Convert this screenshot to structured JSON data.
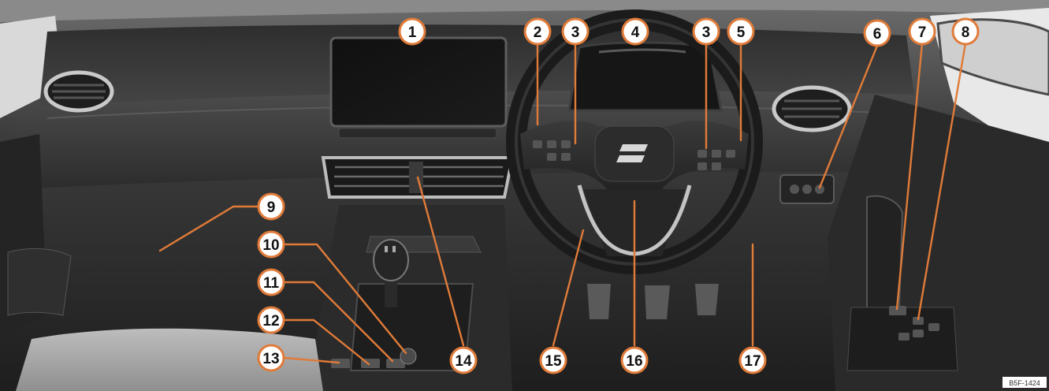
{
  "figure": {
    "reference_code": "B5F-1424",
    "callout_color": "#e07b39",
    "callouts": [
      "1",
      "2",
      "3",
      "3",
      "4",
      "5",
      "6",
      "7",
      "8",
      "9",
      "10",
      "11",
      "12",
      "13",
      "14",
      "15",
      "16",
      "17"
    ]
  }
}
